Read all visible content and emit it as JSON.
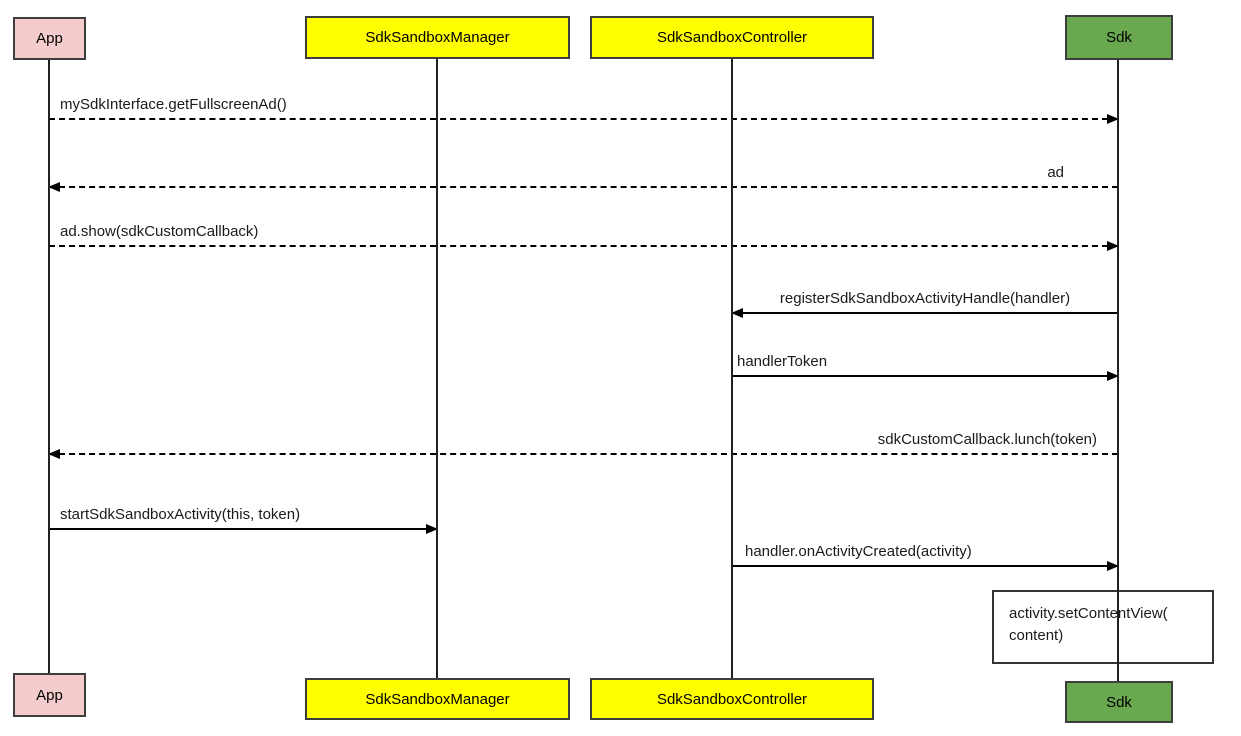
{
  "diagram": {
    "participants": [
      {
        "name": "App",
        "color": "#f4cccc"
      },
      {
        "name": "SdkSandboxManager",
        "color": "#ffff00"
      },
      {
        "name": "SdkSandboxController",
        "color": "#ffff00"
      },
      {
        "name": "Sdk",
        "color": "#6aa84f"
      }
    ],
    "messages": [
      {
        "label": "mySdkInterface.getFullscreenAd()",
        "from": "App",
        "to": "Sdk",
        "line": "dashed"
      },
      {
        "label": "ad",
        "from": "Sdk",
        "to": "App",
        "line": "dashed"
      },
      {
        "label": "ad.show(sdkCustomCallback)",
        "from": "App",
        "to": "Sdk",
        "line": "dashed"
      },
      {
        "label": "registerSdkSandboxActivityHandle(handler)",
        "from": "Sdk",
        "to": "SdkSandboxController",
        "line": "solid"
      },
      {
        "label": "handlerToken",
        "from": "SdkSandboxController",
        "to": "Sdk",
        "line": "solid"
      },
      {
        "label": "sdkCustomCallback.lunch(token)",
        "from": "Sdk",
        "to": "App",
        "line": "dashed"
      },
      {
        "label": "startSdkSandboxActivity(this, token)",
        "from": "App",
        "to": "SdkSandboxManager",
        "line": "solid"
      },
      {
        "label": "handler.onActivityCreated(activity)",
        "from": "SdkSandboxController",
        "to": "Sdk",
        "line": "solid"
      }
    ],
    "note": {
      "line1": "activity.setContentView(",
      "line2": "content)"
    },
    "colors": {
      "app_box": "#f4cccc",
      "manager_box": "#ffff00",
      "controller_box": "#ffff00",
      "sdk_box": "#6aa84f",
      "box_border": "#3d3d3d",
      "line": "#000000"
    }
  }
}
